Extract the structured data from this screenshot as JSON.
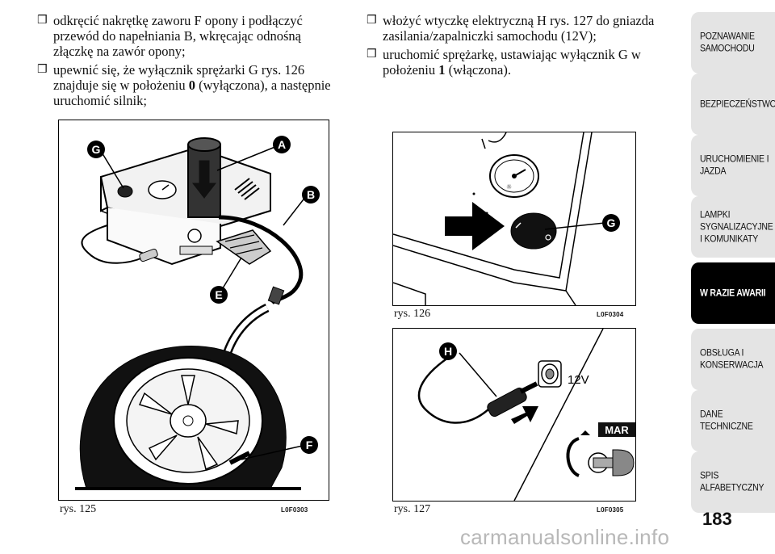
{
  "left_column": {
    "items": [
      {
        "text": "odkręcić nakrętkę zaworu F opony i podłączyć przewód do napełniania B, wkręcając odnośną złączkę na zawór opony;"
      },
      {
        "text_before": "upewnić się, że wyłącznik sprężarki G rys. 126 znajduje się w położeniu ",
        "bold": "0",
        "text_after": " (wyłączona), a następnie uruchomić silnik;"
      }
    ]
  },
  "right_column": {
    "items": [
      {
        "text": "włożyć wtyczkę elektryczną H rys. 127 do gniazda zasilania/zapalniczki samochodu (12V);"
      },
      {
        "text_before": "uruchomić sprężarkę, ustawiając wyłącznik G w położeniu ",
        "bold": "1",
        "text_after": " (włączona)."
      }
    ]
  },
  "bullet_glyph": "❒",
  "figures": {
    "fig125": {
      "caption": "rys. 125",
      "code": "L0F0303",
      "labels": {
        "G": "G",
        "A": "A",
        "B": "B",
        "E": "E",
        "F": "F"
      }
    },
    "fig126": {
      "caption": "rys. 126",
      "code": "L0F0304",
      "labels": {
        "G": "G"
      }
    },
    "fig127": {
      "caption": "rys. 127",
      "code": "L0F0305",
      "labels": {
        "H": "H",
        "v12": "12V",
        "mar": "MAR"
      }
    }
  },
  "sidebar": {
    "tabs": [
      {
        "label": "POZNAWANIE\nSAMOCHODU",
        "active": false
      },
      {
        "label": "BEZPIECZEŃSTWO",
        "active": false
      },
      {
        "label": "URUCHOMIENIE I\nJAZDA",
        "active": false
      },
      {
        "label": "LAMPKI\nSYGNALIZACYJNE\nI KOMUNIKATY",
        "active": false
      },
      {
        "label": "W RAZIE AWARII",
        "active": true
      },
      {
        "label": "OBSŁUGA I\nKONSERWACJA",
        "active": false
      },
      {
        "label": "DANE\nTECHNICZNE",
        "active": false
      },
      {
        "label": "SPIS\nALFABETYCZNY",
        "active": false
      }
    ]
  },
  "page_number": "183",
  "watermark": "carmanualsonline.info",
  "colors": {
    "active_tab": "#000000",
    "inactive_tab": "#e4e4e4",
    "callout": "#000000",
    "watermark": "#b8b8b8"
  }
}
